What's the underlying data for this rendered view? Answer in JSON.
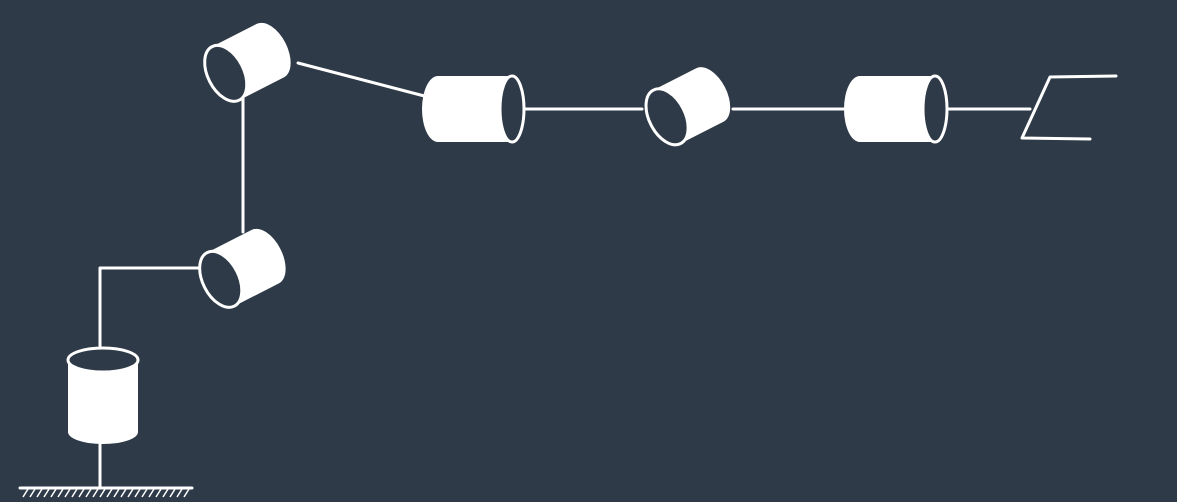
{
  "diagram": {
    "subject": "serial-manipulator-kinematic-chain",
    "background_color": "#2e3a47",
    "line_color": "#ffffff",
    "joints": [
      {
        "id": "base-joint",
        "kind": "revolute",
        "axis": "vertical"
      },
      {
        "id": "shoulder-joint",
        "kind": "revolute",
        "axis": "tilted"
      },
      {
        "id": "elbow-joint",
        "kind": "revolute",
        "axis": "tilted"
      },
      {
        "id": "wrist-roll-joint",
        "kind": "revolute",
        "axis": "horizontal"
      },
      {
        "id": "wrist-pitch-joint",
        "kind": "revolute",
        "axis": "tilted"
      },
      {
        "id": "wrist-yaw-joint",
        "kind": "revolute",
        "axis": "horizontal"
      }
    ],
    "end_effector": "gripper-icon",
    "ground": "ground-hatch"
  }
}
